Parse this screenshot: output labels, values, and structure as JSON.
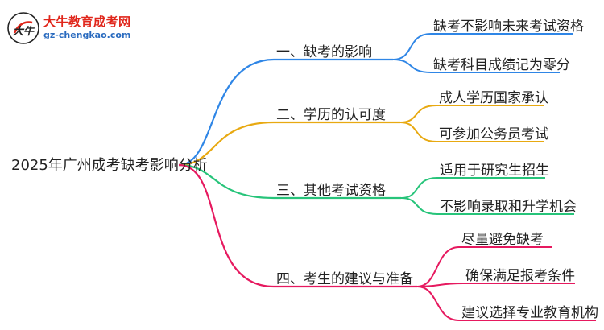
{
  "logo": {
    "title": "大牛教育成考网",
    "url": "gz-chengkao.com",
    "mark_text": "大牛"
  },
  "root": "2025年广州成考缺考影响分析",
  "branches": [
    {
      "label": "一、缺考的影响",
      "color": "#2f86e6",
      "children": [
        "缺考不影响未来考试资格",
        "缺考科目成绩记为零分"
      ]
    },
    {
      "label": "二、学历的认可度",
      "color": "#e8a911",
      "children": [
        "成人学历国家承认",
        "可参加公务员考试"
      ]
    },
    {
      "label": "三、其他考试资格",
      "color": "#27c47a",
      "children": [
        "适用于研究生招生",
        "不影响录取和升学机会"
      ]
    },
    {
      "label": "四、考生的建议与准备",
      "color": "#e6195f",
      "children": [
        "尽量避免缺考",
        "确保满足报考条件",
        "建议选择专业教育机构"
      ]
    }
  ]
}
